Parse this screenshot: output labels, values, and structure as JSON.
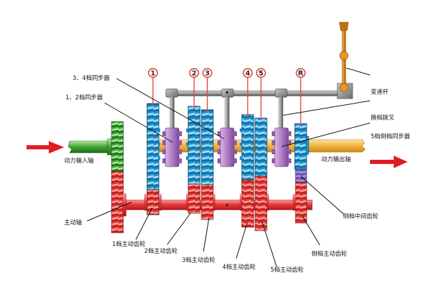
{
  "title": "变速器传动结构示意图",
  "colors": {
    "input_shaft": "#3aa33a",
    "input_gear": "#3fae3f",
    "countershaft": "#e8383a",
    "driven_gears": "#2aa6dc",
    "output_shaft": "#f2b33d",
    "synchronizer": "#a563b8",
    "reverse_idler": "#7a5fb5",
    "shift_lever": "#e98b1b",
    "rail": "#a9a9a9",
    "arrow": "#e21c23",
    "gear_number_ring": "#e2453b"
  },
  "gear_numbers": [
    "1",
    "2",
    "3",
    "4",
    "5",
    "R"
  ],
  "labels": {
    "sync_34": "3、4档同步器",
    "sync_12": "1、2档同步器",
    "shift_lever": "变速杆",
    "shift_fork": "换档拨叉",
    "sync_5r": "5档倒档同步器",
    "input_shaft": "动力输入轴",
    "output_shaft": "动力输出轴",
    "countershaft": "主动轴",
    "reverse_idler": "倒档中间齿轮",
    "gear1_drive": "1档主动齿轮",
    "gear2_drive": "2档主动齿轮",
    "gear3_drive": "3档主动齿轮",
    "gear4_drive": "4档主动齿轮",
    "gear5_drive": "5档主动齿轮",
    "reverse_drive": "倒档主动齿轮"
  },
  "flow": {
    "input_direction": "right",
    "output_direction": "right"
  }
}
